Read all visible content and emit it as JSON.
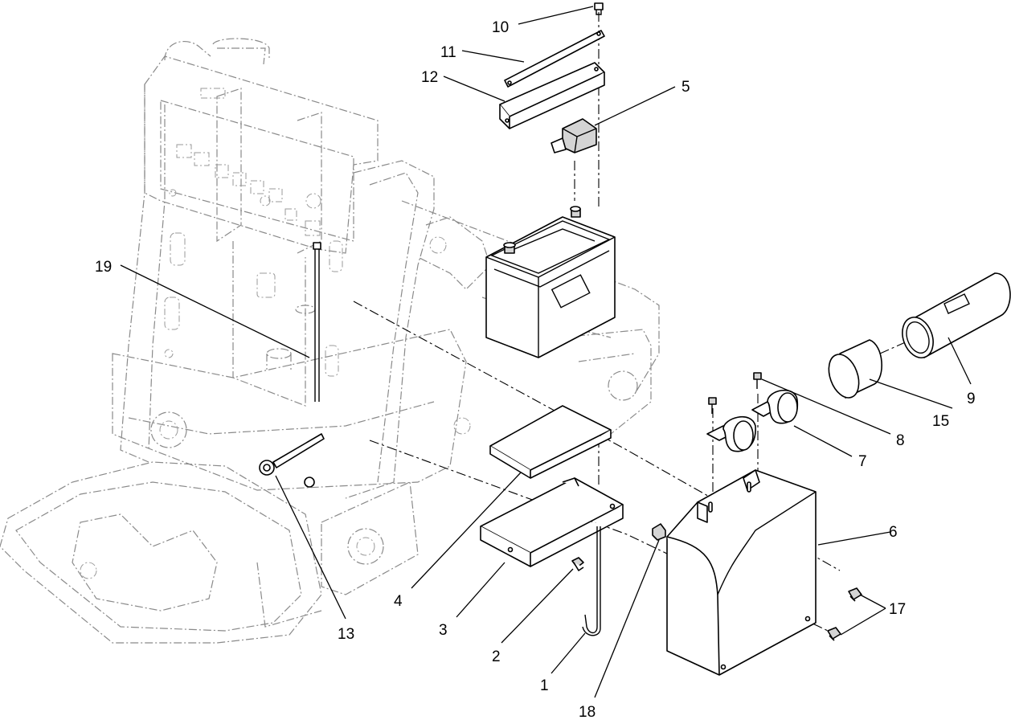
{
  "callouts": [
    {
      "id": "1",
      "text": "1"
    },
    {
      "id": "2",
      "text": "2"
    },
    {
      "id": "3",
      "text": "3"
    },
    {
      "id": "4",
      "text": "4"
    },
    {
      "id": "5",
      "text": "5"
    },
    {
      "id": "6",
      "text": "6"
    },
    {
      "id": "7",
      "text": "7"
    },
    {
      "id": "8",
      "text": "8"
    },
    {
      "id": "9",
      "text": "9"
    },
    {
      "id": "10",
      "text": "10"
    },
    {
      "id": "11",
      "text": "11"
    },
    {
      "id": "12",
      "text": "12"
    },
    {
      "id": "13",
      "text": "13"
    },
    {
      "id": "15",
      "text": "15"
    },
    {
      "id": "17",
      "text": "17"
    },
    {
      "id": "18",
      "text": "18"
    },
    {
      "id": "19",
      "text": "19"
    }
  ]
}
